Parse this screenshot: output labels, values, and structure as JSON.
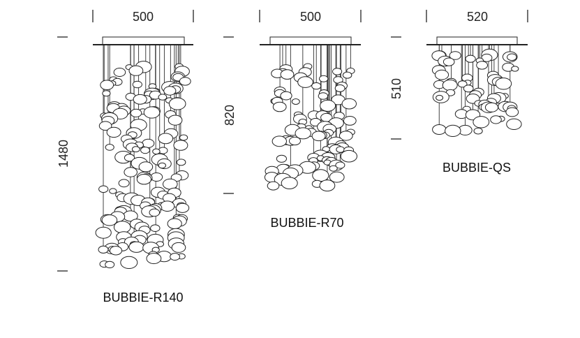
{
  "products": [
    {
      "name": "BUBBIE-R140",
      "width_label": "500",
      "height_label": "1480"
    },
    {
      "name": "BUBBIE-R70",
      "width_label": "500",
      "height_label": "820"
    },
    {
      "name": "BUBBIE-QS",
      "width_label": "520",
      "height_label": "510"
    }
  ],
  "colors": {
    "line": "#222222",
    "background": "#ffffff"
  }
}
